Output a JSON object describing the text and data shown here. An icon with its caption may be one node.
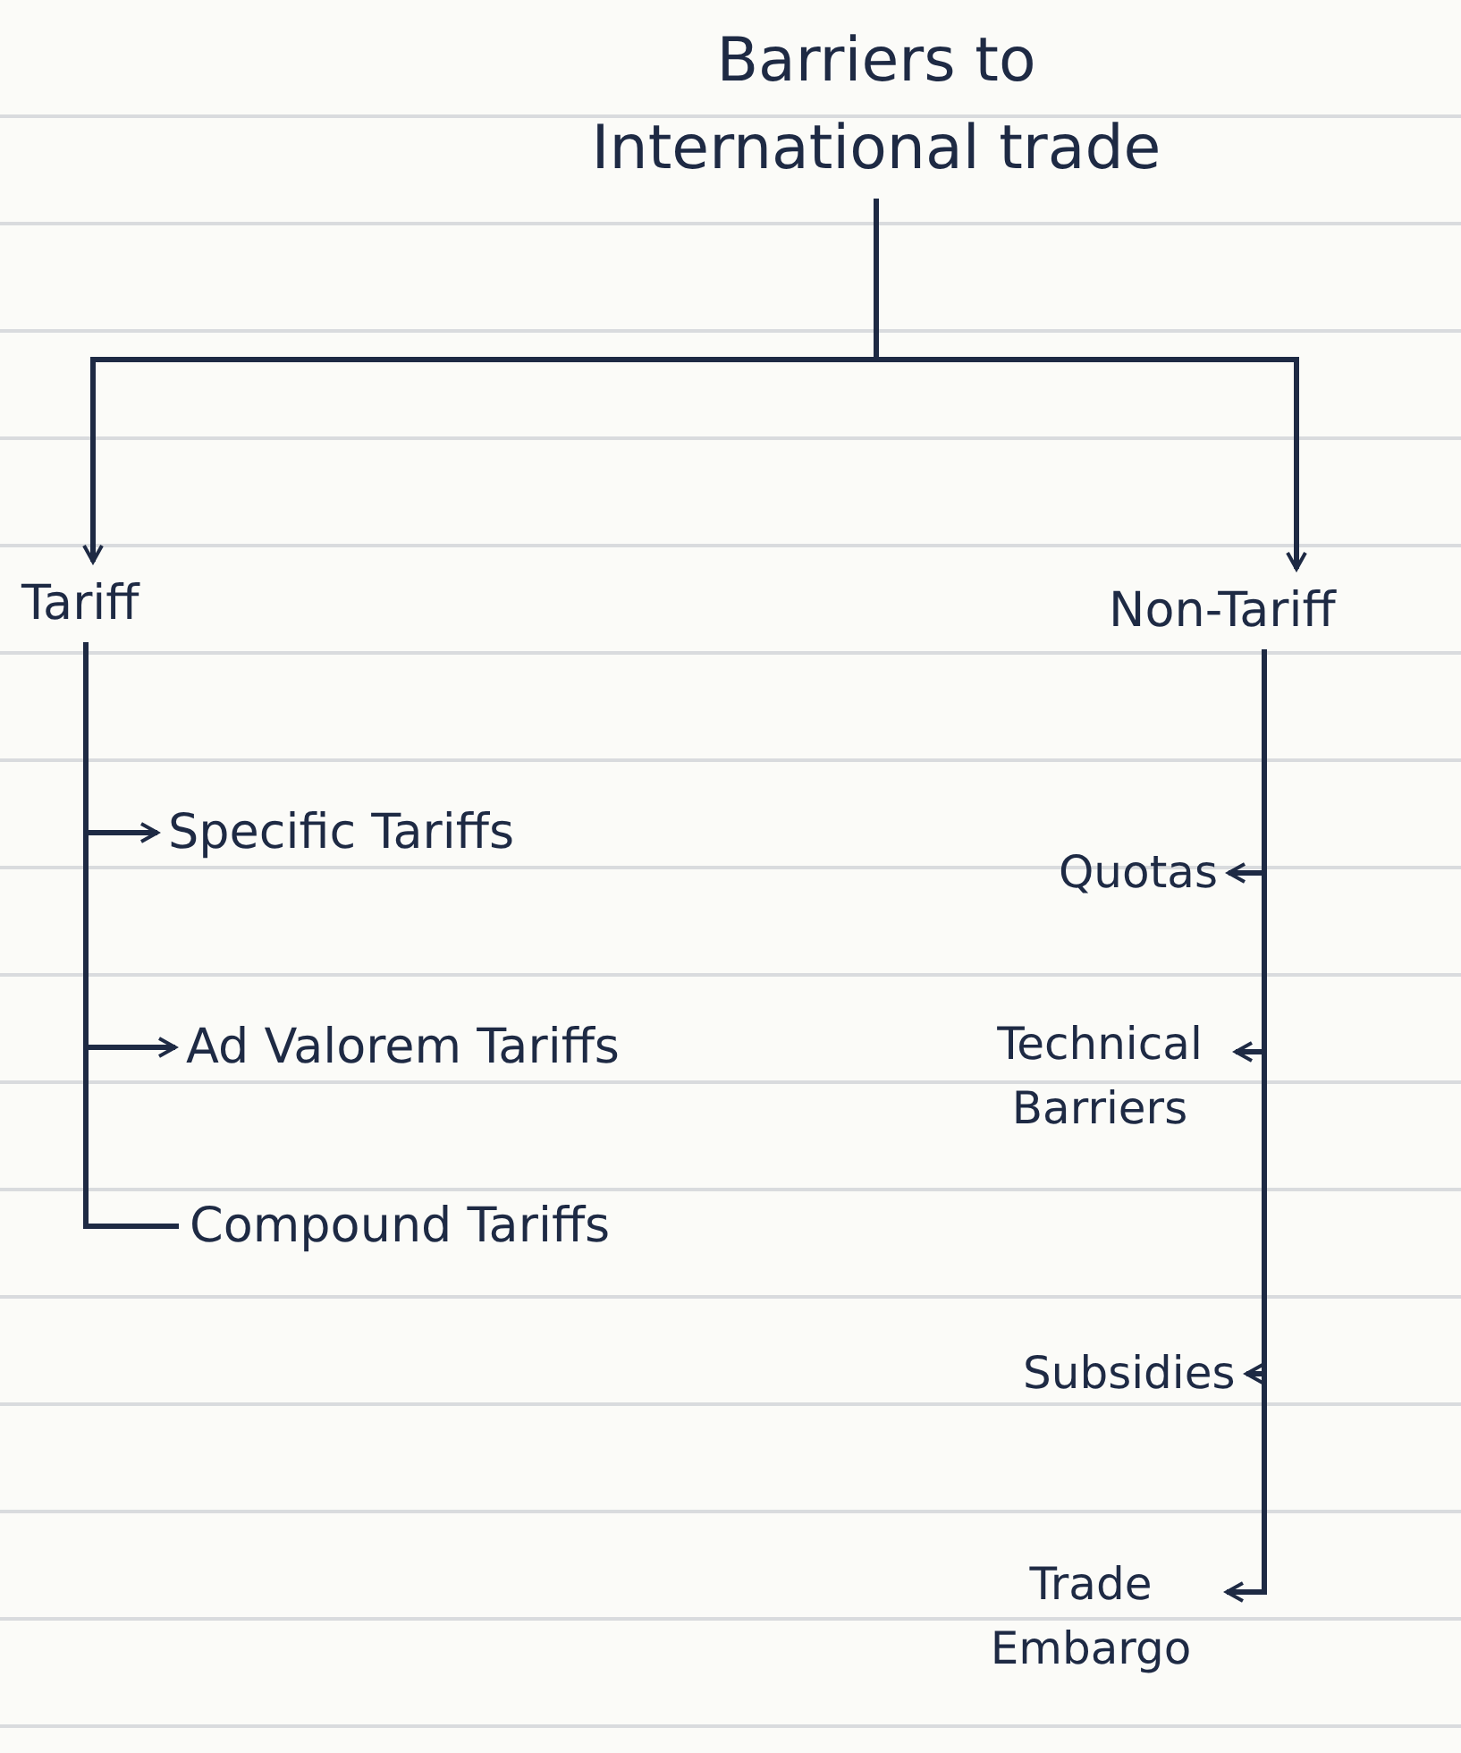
{
  "diagram": {
    "nodes": [
      {
        "text": [
          "Barriers to International trade"
        ]
      },
      {
        "text": [
          "Tariff"
        ]
      },
      {
        "text": [
          "Non-Tariff"
        ]
      },
      {
        "text": [
          "Specific Tariffs"
        ]
      },
      {
        "text": [
          "Ad Valorem Tariffs"
        ]
      },
      {
        "text": [
          "Compound Tariffs"
        ]
      },
      {
        "text": [
          "Quotas"
        ]
      },
      {
        "text": [
          "Technical Barriers"
        ]
      },
      {
        "text": [
          "Subsidies"
        ]
      },
      {
        "text": [
          "Trade Embargo"
        ]
      }
    ],
    "edges": [
      {
        "from": 0,
        "to": 1,
        "arrow": "to"
      },
      {
        "from": 0,
        "to": 2,
        "arrow": "to"
      },
      {
        "from": 1,
        "to": 3,
        "arrow": "to"
      },
      {
        "from": 1,
        "to": 4,
        "arrow": "to"
      },
      {
        "from": 1,
        "to": 5,
        "arrow": "none"
      },
      {
        "from": 2,
        "to": 6,
        "arrow": "to"
      },
      {
        "from": 2,
        "to": 7,
        "arrow": "to"
      },
      {
        "from": 2,
        "to": 8,
        "arrow": "to"
      },
      {
        "from": 2,
        "to": 9,
        "arrow": "to"
      }
    ]
  }
}
